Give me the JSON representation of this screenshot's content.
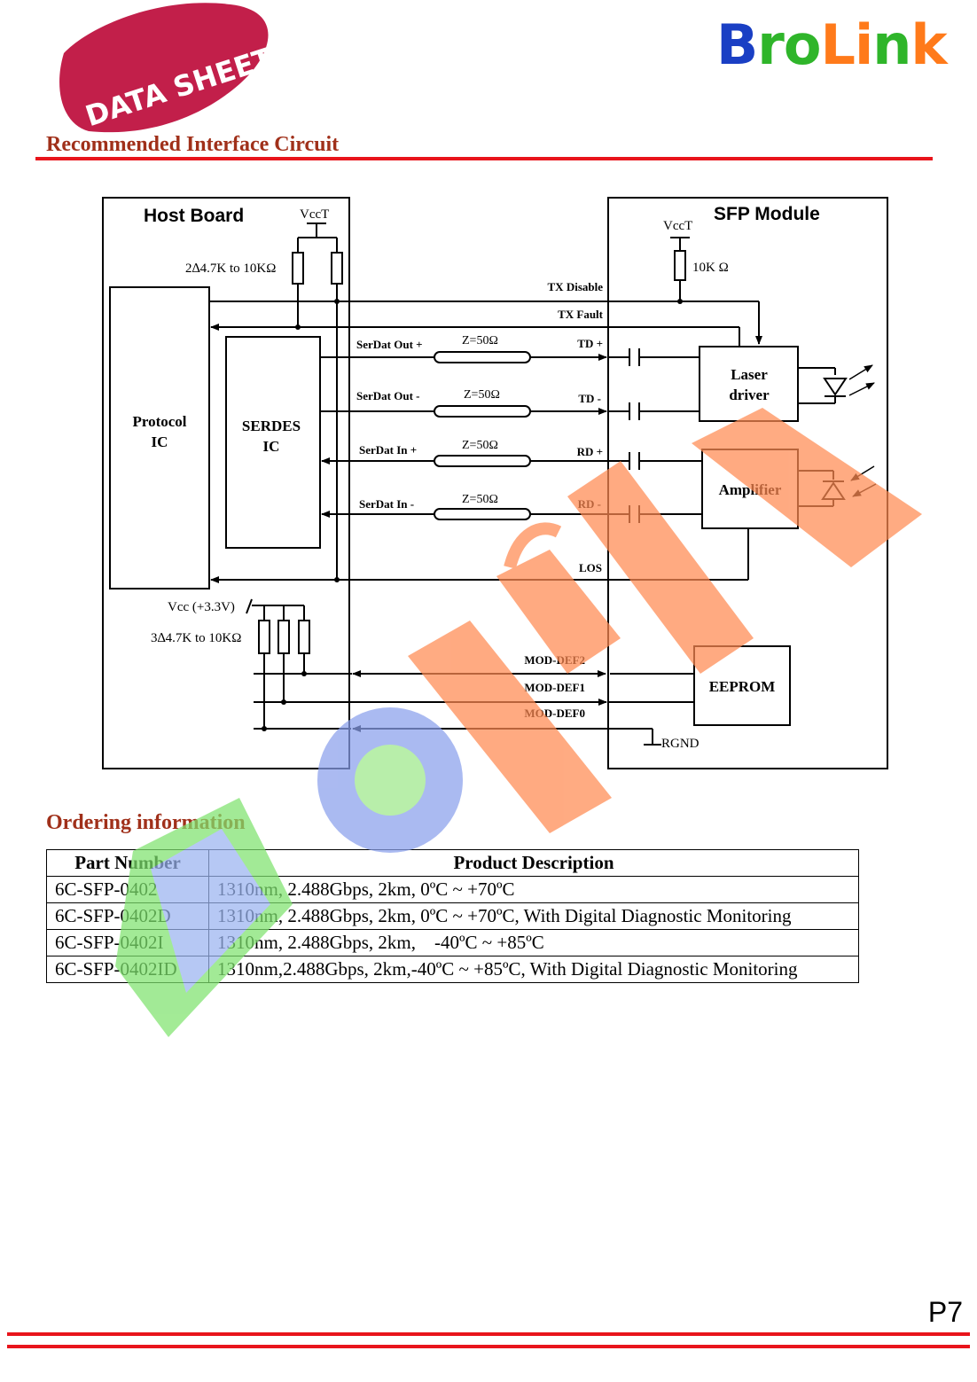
{
  "header": {
    "badge": "DATA SHEET",
    "brand": {
      "letters": [
        "B",
        "r",
        "o",
        "L",
        "i",
        "n",
        "k"
      ],
      "colors": [
        "#1a3fc4",
        "#2fb52a",
        "#2fb52a",
        "#ff7a1a",
        "#ff7a1a",
        "#2fb52a",
        "#ff7a1a"
      ]
    }
  },
  "sections": {
    "circuit_title": "Recommended Interface Circuit",
    "ordering_title": "Ordering information"
  },
  "diagram": {
    "host_board": "Host Board",
    "sfp_module": "SFP Module",
    "vcct_host": "VccT",
    "vcct_module": "VccT",
    "host_resistors": "2∆4.7K to 10KΩ",
    "module_resistor": "10K Ω",
    "protocol_ic": [
      "Protocol",
      "IC"
    ],
    "serdes_ic": [
      "SERDES",
      "IC"
    ],
    "tx_disable": "TX Disable",
    "tx_fault": "TX Fault",
    "serdat_out_p": "SerDat Out +",
    "serdat_out_n": "SerDat Out -",
    "serdat_in_p": "SerDat In +",
    "serdat_in_n": "SerDat In -",
    "impedance": "Z=50Ω",
    "td_p": "TD +",
    "td_n": "TD -",
    "rd_p": "RD +",
    "rd_n": "RD -",
    "los": "LOS",
    "laser_driver": [
      "Laser",
      "driver"
    ],
    "amplifier": "Amplifier",
    "vcc_33": "Vcc (+3.3V)",
    "three_resistors": "3∆4.7K to 10KΩ",
    "mod_def2": "MOD-DEF2",
    "mod_def1": "MOD-DEF1",
    "mod_def0": "MOD-DEF0",
    "eeprom": "EEPROM",
    "rgnd": "RGND"
  },
  "ordering": {
    "headers": [
      "Part Number",
      "Product Description"
    ],
    "rows": [
      [
        "6C-SFP-0402",
        "1310nm, 2.488Gbps, 2km, 0ºC ~ +70ºC"
      ],
      [
        "6C-SFP-0402D",
        "1310nm, 2.488Gbps, 2km, 0ºC ~ +70ºC, With Digital Diagnostic Monitoring"
      ],
      [
        "6C-SFP-0402I",
        "1310nm, 2.488Gbps, 2km,    -40ºC ~ +85ºC"
      ],
      [
        "6C-SFP-0402ID",
        "1310nm,2.488Gbps, 2km,-40ºC ~ +85ºC, With Digital Diagnostic Monitoring"
      ]
    ]
  },
  "footer": {
    "page": "P7"
  }
}
